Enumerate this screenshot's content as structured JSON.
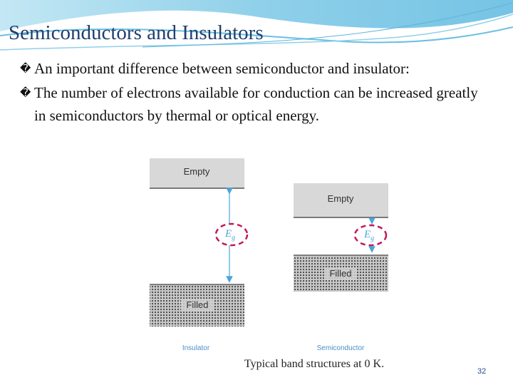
{
  "slide": {
    "title": "Semiconductors and Insulators",
    "page_number": "32"
  },
  "bullets": [
    {
      "marker": "�",
      "text": "An important difference between semiconductor and insulator:"
    },
    {
      "marker": "�",
      "text": "The number of electrons available for conduction  can be increased greatly in semiconductors by thermal or optical energy."
    }
  ],
  "figure": {
    "caption": "Typical band structures at 0 K.",
    "insulator": {
      "label": "Insulator",
      "top_band": "Empty",
      "bottom_band": "Filled",
      "gap_symbol": "E",
      "gap_subscript": "g"
    },
    "semiconductor": {
      "label": "Semiconductor",
      "top_band": "Empty",
      "bottom_band": "Filled",
      "gap_symbol": "E",
      "gap_subscript": "g"
    },
    "colors": {
      "band_fill": "#d8d8d8",
      "band_edge": "#555555",
      "arrow": "#4aa6d8",
      "gap_highlight": "#c2185b",
      "label_blue": "#4a8ec9"
    }
  }
}
